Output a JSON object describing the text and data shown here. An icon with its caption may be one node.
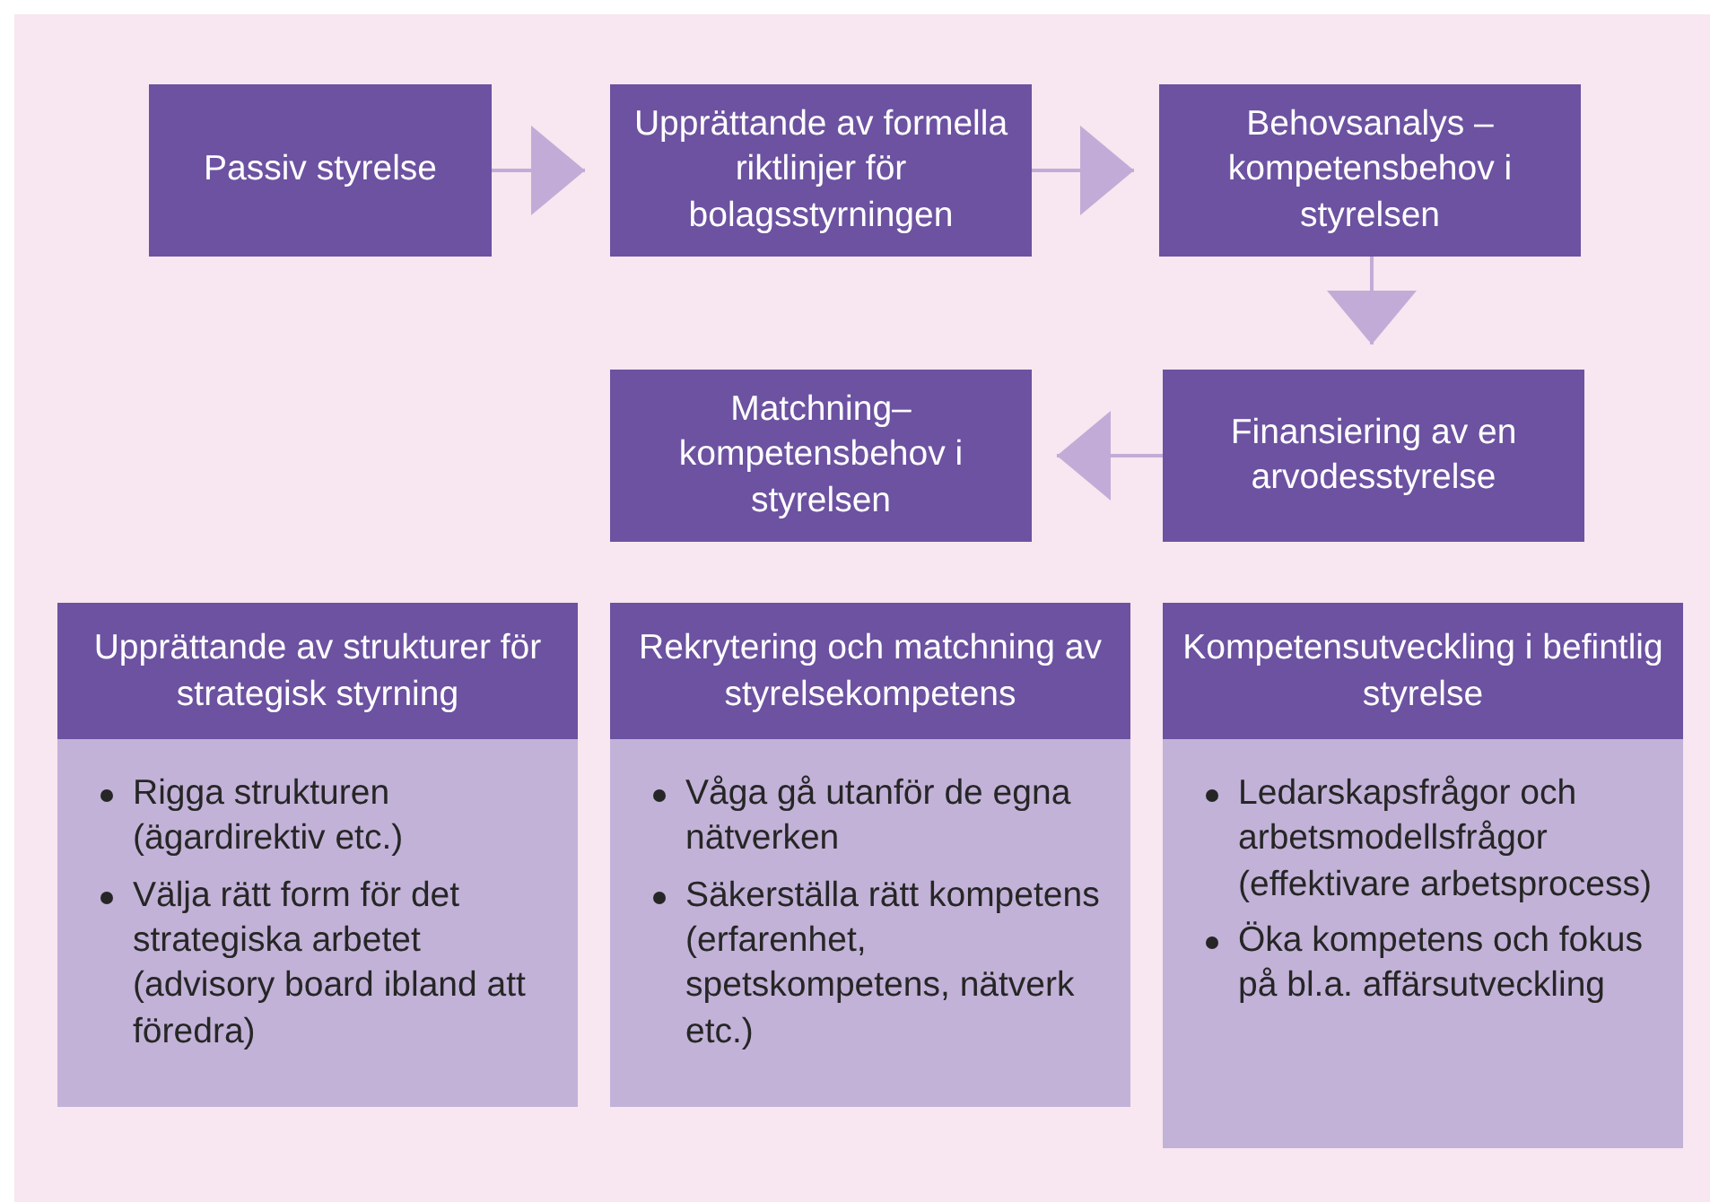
{
  "diagram": {
    "nodes": [
      {
        "text": [
          "Passiv styrelse"
        ]
      },
      {
        "text": [
          "Upprättande av formella riktlinjer för bolagsstyrningen"
        ]
      },
      {
        "text": [
          "Behovsanalys – kompetensbehov i styrelsen"
        ]
      },
      {
        "text": [
          "Matchning– kompetensbehov i styrelsen"
        ]
      },
      {
        "text": [
          "Finansiering av en arvodesstyrelse"
        ]
      },
      {
        "text": [
          "Upprättande av strukturer för strategisk styrning",
          "Rigga strukturen (ägardirektiv etc.)",
          "Välja rätt form för det strategiska arbetet (advisory board ibland att föredra)"
        ]
      },
      {
        "text": [
          "Rekrytering och matchning av styrelsekompetens",
          "Våga gå utanför de egna nätverken",
          "Säkerställa rätt kompetens (erfarenhet, spetskompetens, nätverk etc.)"
        ]
      },
      {
        "text": [
          "Kompetensutveckling i befintlig styrelse",
          "Ledarskapsfrågor och arbetsmodellsfrågor (effektivare arbetsprocess)",
          "Öka kompetens och fokus på bl.a. affärsutveckling"
        ]
      }
    ],
    "edges": [
      {
        "from": 0,
        "to": 1,
        "arrow": "to"
      },
      {
        "from": 1,
        "to": 2,
        "arrow": "to"
      },
      {
        "from": 2,
        "to": 4,
        "arrow": "to"
      },
      {
        "from": 4,
        "to": 3,
        "arrow": "to"
      }
    ]
  }
}
